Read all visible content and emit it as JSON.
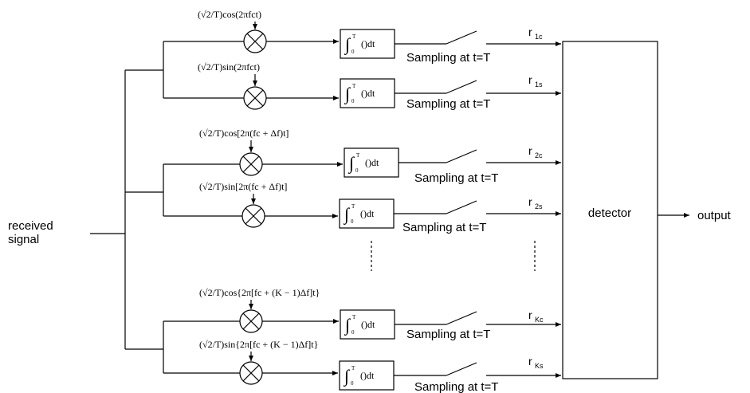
{
  "input": {
    "label_line1": "received",
    "label_line2": "signal"
  },
  "output": {
    "label": "output"
  },
  "detector": {
    "label": "detector"
  },
  "integrator": {
    "sign": "∫",
    "upper": "T",
    "lower": "0",
    "body": "()dt"
  },
  "sampling_label": "Sampling at t=T",
  "branches": [
    {
      "oscillator": "(√2/T)cos(2πfct)",
      "output_symbol": "r",
      "output_sub": "1c"
    },
    {
      "oscillator": "(√2/T)sin(2πfct)",
      "output_symbol": "r",
      "output_sub": "1s"
    },
    {
      "oscillator": "(√2/T)cos[2π(fc + Δf)t]",
      "output_symbol": "r",
      "output_sub": "2c"
    },
    {
      "oscillator": "(√2/T)sin[2π(fc + Δf)t]",
      "output_symbol": "r",
      "output_sub": "2s"
    },
    {
      "oscillator": "(√2/T)cos{2π[fc + (K − 1)Δf]t}",
      "output_symbol": "r",
      "output_sub": "Kc"
    },
    {
      "oscillator": "(√2/T)sin{2π[fc + (K − 1)Δf]t}",
      "output_symbol": "r",
      "output_sub": "Ks"
    }
  ]
}
